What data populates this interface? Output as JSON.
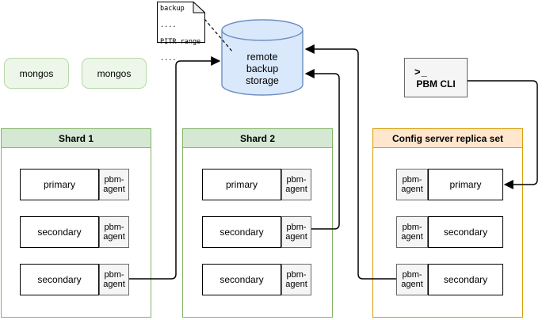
{
  "palette": {
    "green_fill": "#d5e8d4",
    "green_stroke": "#82b366",
    "orange_fill": "#ffe6cc",
    "orange_stroke": "#d79b00",
    "blue_fill": "#dae8fc",
    "blue_stroke": "#6c8ebf",
    "gray_fill": "#f5f5f5",
    "gray_stroke": "#666666",
    "mongos_fill": "#edf7e9",
    "mongos_stroke": "#b9d7a9",
    "line_color": "#000000"
  },
  "note": {
    "line1": "backup",
    "line2": "....",
    "line3": "PITR range",
    "line4": "...."
  },
  "storage": {
    "line1": "remote",
    "line2": "backup",
    "line3": "storage"
  },
  "mongos_left": {
    "label": "mongos"
  },
  "mongos_right": {
    "label": "mongos"
  },
  "pbm_cli": {
    "prompt_icon": ">_",
    "label": "PBM CLI"
  },
  "shard1": {
    "title": "Shard 1",
    "rows": [
      {
        "role": "primary",
        "agent": "pbm-agent"
      },
      {
        "role": "secondary",
        "agent": "pbm-agent"
      },
      {
        "role": "secondary",
        "agent": "pbm-agent"
      }
    ]
  },
  "shard2": {
    "title": "Shard 2",
    "rows": [
      {
        "role": "primary",
        "agent": "pbm-agent"
      },
      {
        "role": "secondary",
        "agent": "pbm-agent"
      },
      {
        "role": "secondary",
        "agent": "pbm-agent"
      }
    ]
  },
  "config": {
    "title": "Config server replica set",
    "rows": [
      {
        "role": "primary",
        "agent": "pbm-agent"
      },
      {
        "role": "secondary",
        "agent": "pbm-agent"
      },
      {
        "role": "secondary",
        "agent": "pbm-agent"
      }
    ]
  }
}
